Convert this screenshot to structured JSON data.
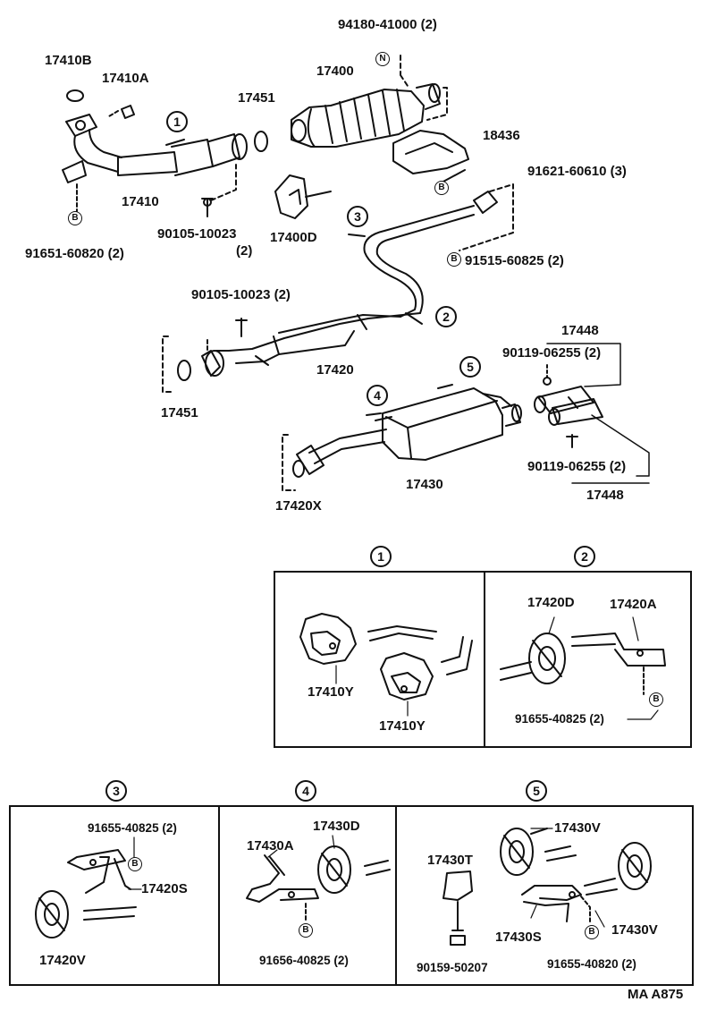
{
  "labels": {
    "p94180": "94180-41000 (2)",
    "p17410B": "17410B",
    "p17410A": "17410A",
    "p17400": "17400",
    "p17451a": "17451",
    "p18436": "18436",
    "p91621": "91621-60610 (3)",
    "p17410": "17410",
    "p90105a": "90105-10023",
    "p90105a_q": "(2)",
    "p17400D": "17400D",
    "p91651": "91651-60820 (2)",
    "p91515": "91515-60825 (2)",
    "p90105b": "90105-10023 (2)",
    "p17448a": "17448",
    "p90119a": "90119-06255 (2)",
    "p17420": "17420",
    "p17451b": "17451",
    "p17430": "17430",
    "p90119b": "90119-06255 (2)",
    "p17448b": "17448",
    "p17420X": "17420X",
    "d1_17410Y_a": "17410Y",
    "d1_17410Y_b": "17410Y",
    "d2_17420D": "17420D",
    "d2_17420A": "17420A",
    "d2_91655": "91655-40825 (2)",
    "d3_91655": "91655-40825 (2)",
    "d3_17420S": "17420S",
    "d3_17420V": "17420V",
    "d4_17430A": "17430A",
    "d4_17430D": "17430D",
    "d4_91656": "91656-40825 (2)",
    "d5_17430V_a": "17430V",
    "d5_17430T": "17430T",
    "d5_17430S": "17430S",
    "d5_17430V_b": "17430V",
    "d5_90159": "90159-50207",
    "d5_91655": "91655-40820 (2)",
    "code": "MA A875"
  },
  "callouts": {
    "c1": "1",
    "c2": "2",
    "c3": "3",
    "c4": "4",
    "c5": "5",
    "d1": "1",
    "d2": "2",
    "d3": "3",
    "d4": "4",
    "d5": "5"
  },
  "markers": {
    "B": "B",
    "N": "N"
  }
}
